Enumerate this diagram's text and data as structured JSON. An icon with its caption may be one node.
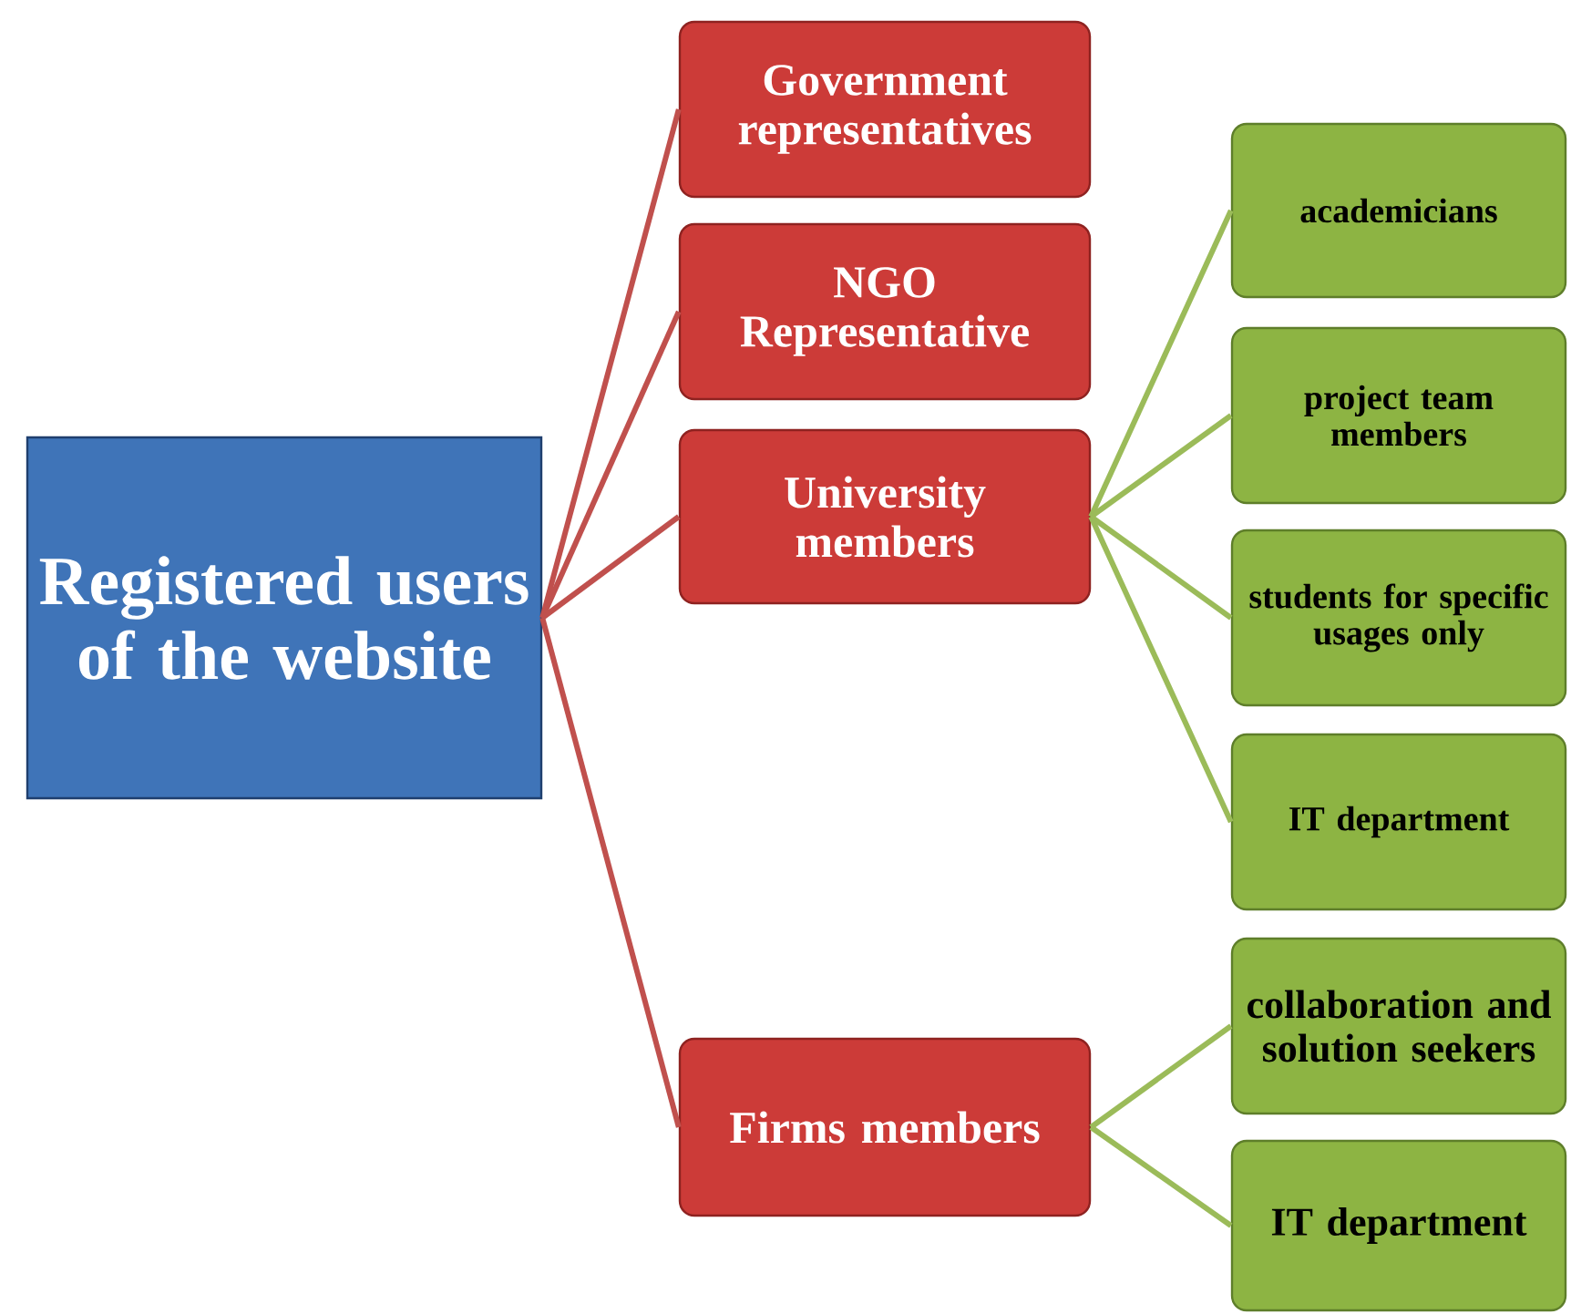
{
  "diagram": {
    "nodes": [
      {
        "text": [
          "Registered users of the website"
        ]
      },
      {
        "text": [
          "Government representatives"
        ]
      },
      {
        "text": [
          "NGO Representative"
        ]
      },
      {
        "text": [
          "University members"
        ]
      },
      {
        "text": [
          "academicians"
        ]
      },
      {
        "text": [
          "project team members"
        ]
      },
      {
        "text": [
          "students for specific usages only"
        ]
      },
      {
        "text": [
          "IT department"
        ]
      },
      {
        "text": [
          "Firms members"
        ]
      },
      {
        "text": [
          "collaboration and solution seekers"
        ]
      },
      {
        "text": [
          "IT department"
        ]
      }
    ],
    "edges": [
      {
        "from": 0,
        "to": 1,
        "arrow": "none",
        "color": "#c0504d"
      },
      {
        "from": 0,
        "to": 2,
        "arrow": "none",
        "color": "#c0504d"
      },
      {
        "from": 0,
        "to": 3,
        "arrow": "none",
        "color": "#c0504d"
      },
      {
        "from": 0,
        "to": 8,
        "arrow": "none",
        "color": "#c0504d"
      },
      {
        "from": 3,
        "to": 4,
        "arrow": "none"
      },
      {
        "from": 3,
        "to": 5,
        "arrow": "none"
      },
      {
        "from": 3,
        "to": 6,
        "arrow": "none"
      },
      {
        "from": 3,
        "to": 7,
        "arrow": "none"
      },
      {
        "from": 8,
        "to": 9,
        "arrow": "none"
      },
      {
        "from": 8,
        "to": 10,
        "arrow": "none"
      }
    ]
  }
}
